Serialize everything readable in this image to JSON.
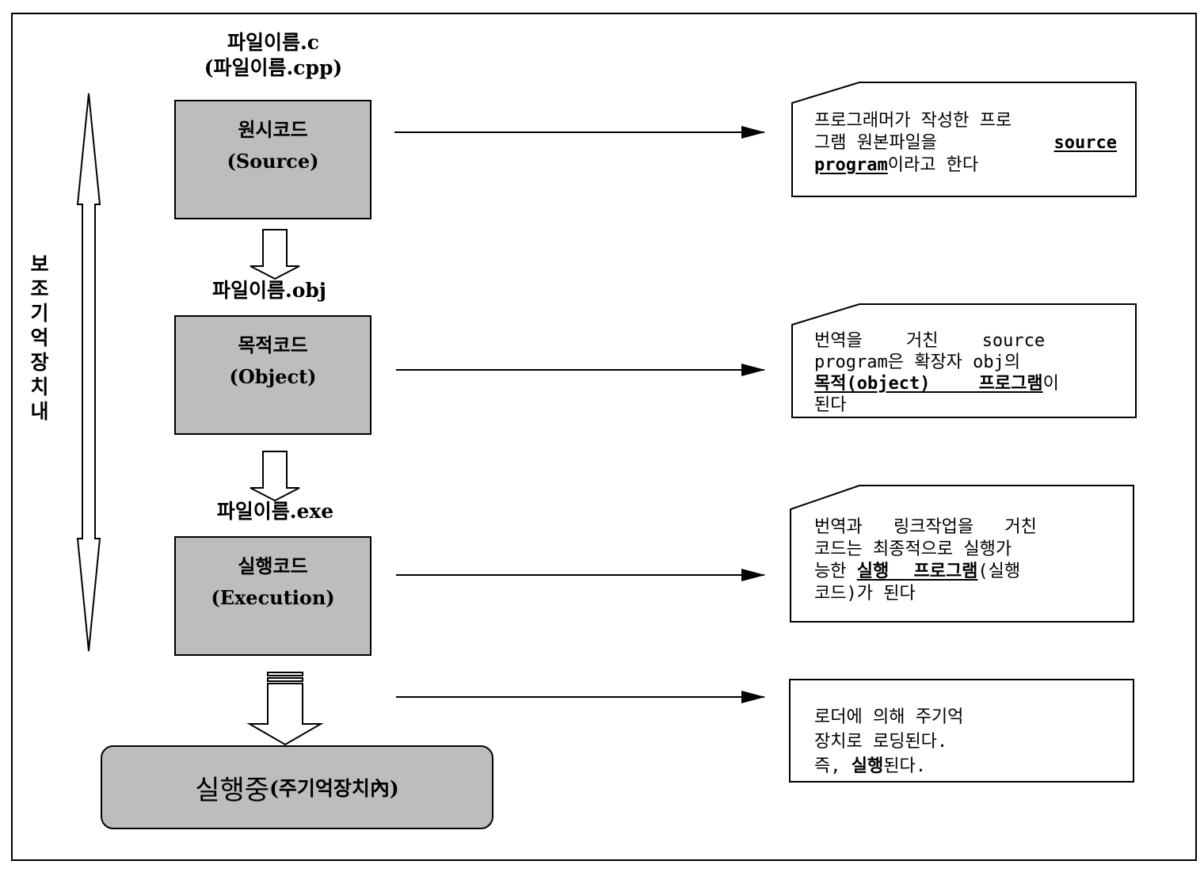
{
  "side_label": [
    "보",
    "조",
    "기",
    "억",
    "장",
    "치",
    "내"
  ],
  "stages": [
    {
      "filename": "파일이름.c",
      "filename_alt": "(파일이름.cpp)",
      "name": "원시코드",
      "name_en": "(Source)"
    },
    {
      "filename": "파일이름.obj",
      "name": "목적코드",
      "name_en": "(Object)"
    },
    {
      "filename": "파일이름.exe",
      "name": "실행코드",
      "name_en": "(Execution)"
    }
  ],
  "running": {
    "label": "실행중",
    "sub_label": "(주기억장치內)"
  },
  "notes": [
    {
      "line1": "프로그래머가 작성한 프로",
      "line2": "그램 원본파일을 ",
      "emphasis": "source",
      "line3_emphasis": "program",
      "line3_rest": "이라고 한다"
    },
    {
      "line1": "번역을 거친 source",
      "line2": "program은 확장자 obj의",
      "emphasis": "목적(object) 프로그램",
      "after_emphasis": "이",
      "line4": "된다"
    },
    {
      "line1": "번역과 링크작업을 거친",
      "line2": "코드는 최종적으로 실행가",
      "before_emphasis": "능한 ",
      "emphasis": "실행 프로그램",
      "after_emphasis": "(실행",
      "line4": "코드)가 된다"
    },
    {
      "line1": "로더에 의해 주기억",
      "line2": "장치로 로딩된다.",
      "line3_prefix": "즉, ",
      "line3_bold": "실행",
      "line3_suffix": "된다."
    }
  ]
}
